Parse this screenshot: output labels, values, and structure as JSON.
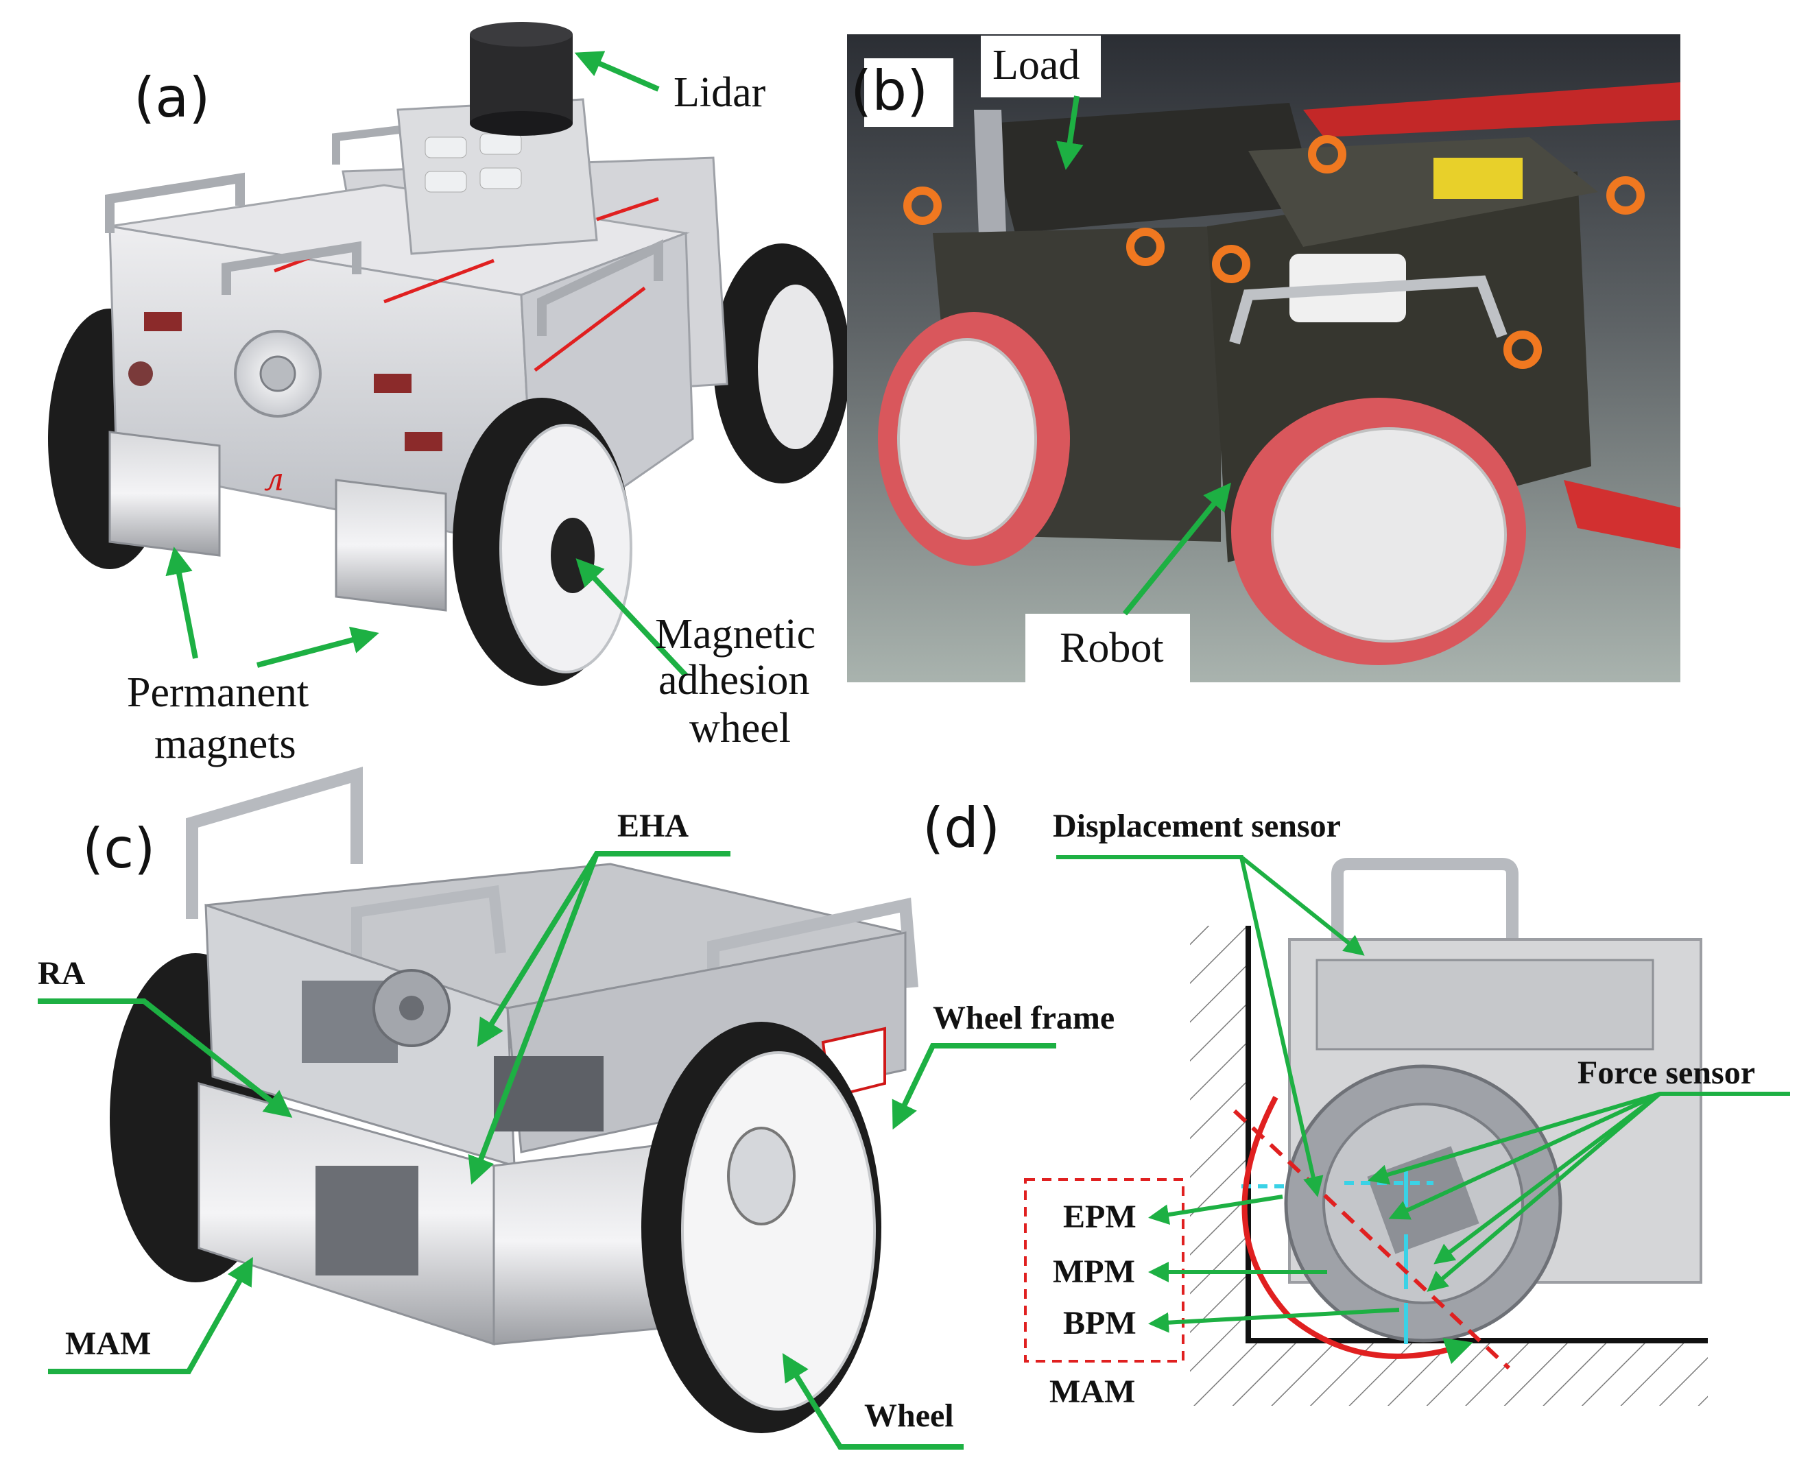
{
  "colors": {
    "arrow": "#1db043",
    "robot_body": "#d9d9dc",
    "red_accent": "#e02020",
    "wheel_tire": "#1c1c1c",
    "photo_tire": "#d9575c",
    "photo_body": "#3a3a34",
    "floor": "#9aa5a0",
    "dashed_box": "#e02020",
    "cyan_marker": "#3ad2e6"
  },
  "panels": {
    "a": {
      "letter": "(a)",
      "labels": {
        "lidar": "Lidar",
        "permanent_magnets_1": "Permanent",
        "permanent_magnets_2": "magnets",
        "wheel_1": "Magnetic",
        "wheel_2": "adhesion",
        "wheel_3": "wheel"
      }
    },
    "b": {
      "letter": "(b)",
      "labels": {
        "load": "Load",
        "robot": "Robot"
      }
    },
    "c": {
      "letter": "(c)",
      "labels": {
        "eha": "EHA",
        "ra": "RA",
        "wheel_frame": "Wheel frame",
        "mam": "MAM",
        "wheel": "Wheel"
      }
    },
    "d": {
      "letter": "(d)",
      "labels": {
        "displacement_sensor": "Displacement sensor",
        "force_sensor": "Force sensor",
        "epm": "EPM",
        "mpm": "MPM",
        "bpm": "BPM",
        "mam": "MAM"
      }
    }
  }
}
